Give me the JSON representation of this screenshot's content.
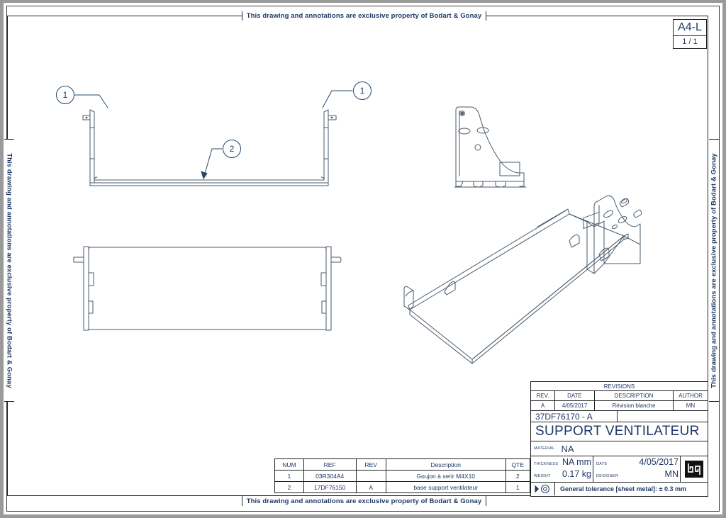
{
  "sheet": {
    "property_notice": "This drawing and annotations are exclusive property of Bodart & Gonay",
    "format": "A4-L",
    "page": "1 / 1"
  },
  "balloons": [
    {
      "id": "1"
    },
    {
      "id": "1"
    },
    {
      "id": "2"
    }
  ],
  "bom": {
    "headers": [
      "NUM",
      "REF",
      "REV",
      "Description",
      "QTE"
    ],
    "rows": [
      {
        "num": "1",
        "ref": "03R304A4",
        "rev": "",
        "description": "Goujon à serir M4X10",
        "qte": "2"
      },
      {
        "num": "2",
        "ref": "17DF76150",
        "rev": "A",
        "description": "base support ventilateur",
        "qte": "1"
      }
    ]
  },
  "title_block": {
    "revisions_title": "REVISIONS",
    "revisions_headers": [
      "REV.",
      "DATE",
      "DESCRIPTION",
      "AUTHOR"
    ],
    "revisions_rows": [
      {
        "rev": "A",
        "date": "4/05/2017",
        "description": "Révision blanche",
        "author": "MN"
      }
    ],
    "part_number": "37DF76170 - A",
    "title": "SUPPORT VENTILATEUR",
    "material_label": "MATERIAL",
    "material_value": "NA",
    "thickness_label": "THICKNESS",
    "thickness_value": "NA mm",
    "weight_label": "WEIGHT",
    "weight_value": "0.17 kg",
    "date_label": "DATE",
    "date_value": "4/05/2017",
    "designer_label": "DESIGNER",
    "designer_value": "MN",
    "company_logo": "bg",
    "projection_symbol": "first-angle-projection-icon",
    "general_tolerance": "General tolerance [sheet metal]: ± 0.3 mm"
  },
  "colors": {
    "ink": "#1f3864",
    "line": "#3a4a5a",
    "frame": "#222222",
    "page_background": "#9a9a9a"
  }
}
